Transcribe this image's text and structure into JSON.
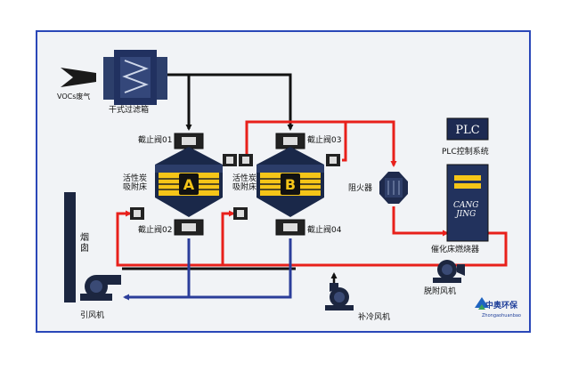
{
  "labels": {
    "voc_gas": "VOCs废气",
    "dry_filter": "干式过滤箱",
    "valve_01": "截止阀01",
    "valve_02": "截止阀02",
    "valve_03": "截止阀03",
    "valve_04": "截止阀04",
    "activated_carbon_a": "活性炭\n吸附床",
    "activated_carbon_b": "活性炭\n吸附床",
    "bed_a": "A",
    "bed_b": "B",
    "flame_arrester": "阻火器",
    "plc_box": "PLC",
    "plc_system": "PLC控制系统",
    "catalytic_text": "CANG\nJING",
    "catalytic_burner": "催化床燃烧器",
    "chimney": "烟\n囱",
    "induced_fan": "引风机",
    "cooling_fan": "补冷风机",
    "desorption_fan": "脱附风机"
  },
  "logo": {
    "name": "中奥环保",
    "subtitle": "Zhongaohuanbao"
  },
  "colors": {
    "frame": "#2a47b8",
    "black_line": "#111111",
    "red_line": "#e8201b",
    "blue_line": "#2b3d9a",
    "bed_band": "#f5c518"
  }
}
